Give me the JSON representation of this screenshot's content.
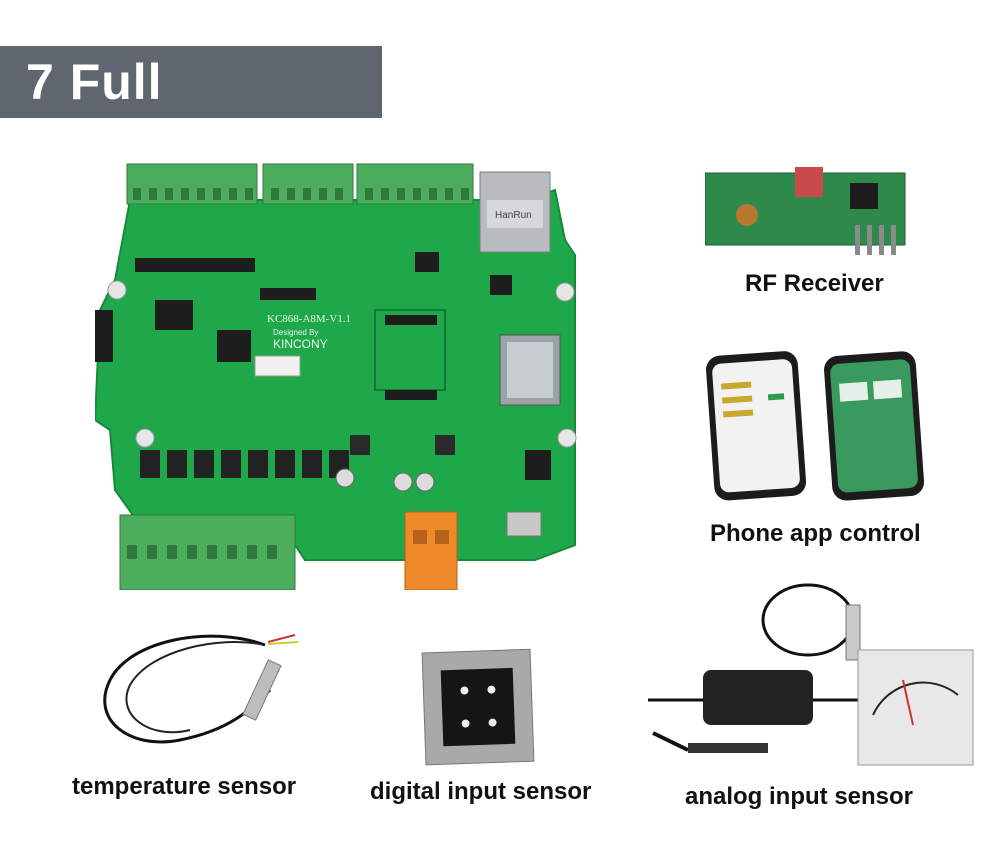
{
  "header": {
    "title": "7 Full function"
  },
  "board": {
    "model": "KC868-A8M-V1.1",
    "designer_line": "Designed By",
    "brand": "KINCONY",
    "chip_brand": "HanRun"
  },
  "labels": {
    "rf": "RF Receiver",
    "phone": "Phone app control",
    "temperature": "temperature sensor",
    "digital": "digital input sensor",
    "analog": "analog input sensor"
  },
  "colors": {
    "banner": "#5f6670",
    "pcb": "#1fa84a",
    "terminal": "#4cae5c",
    "orange": "#ee8a2a"
  }
}
